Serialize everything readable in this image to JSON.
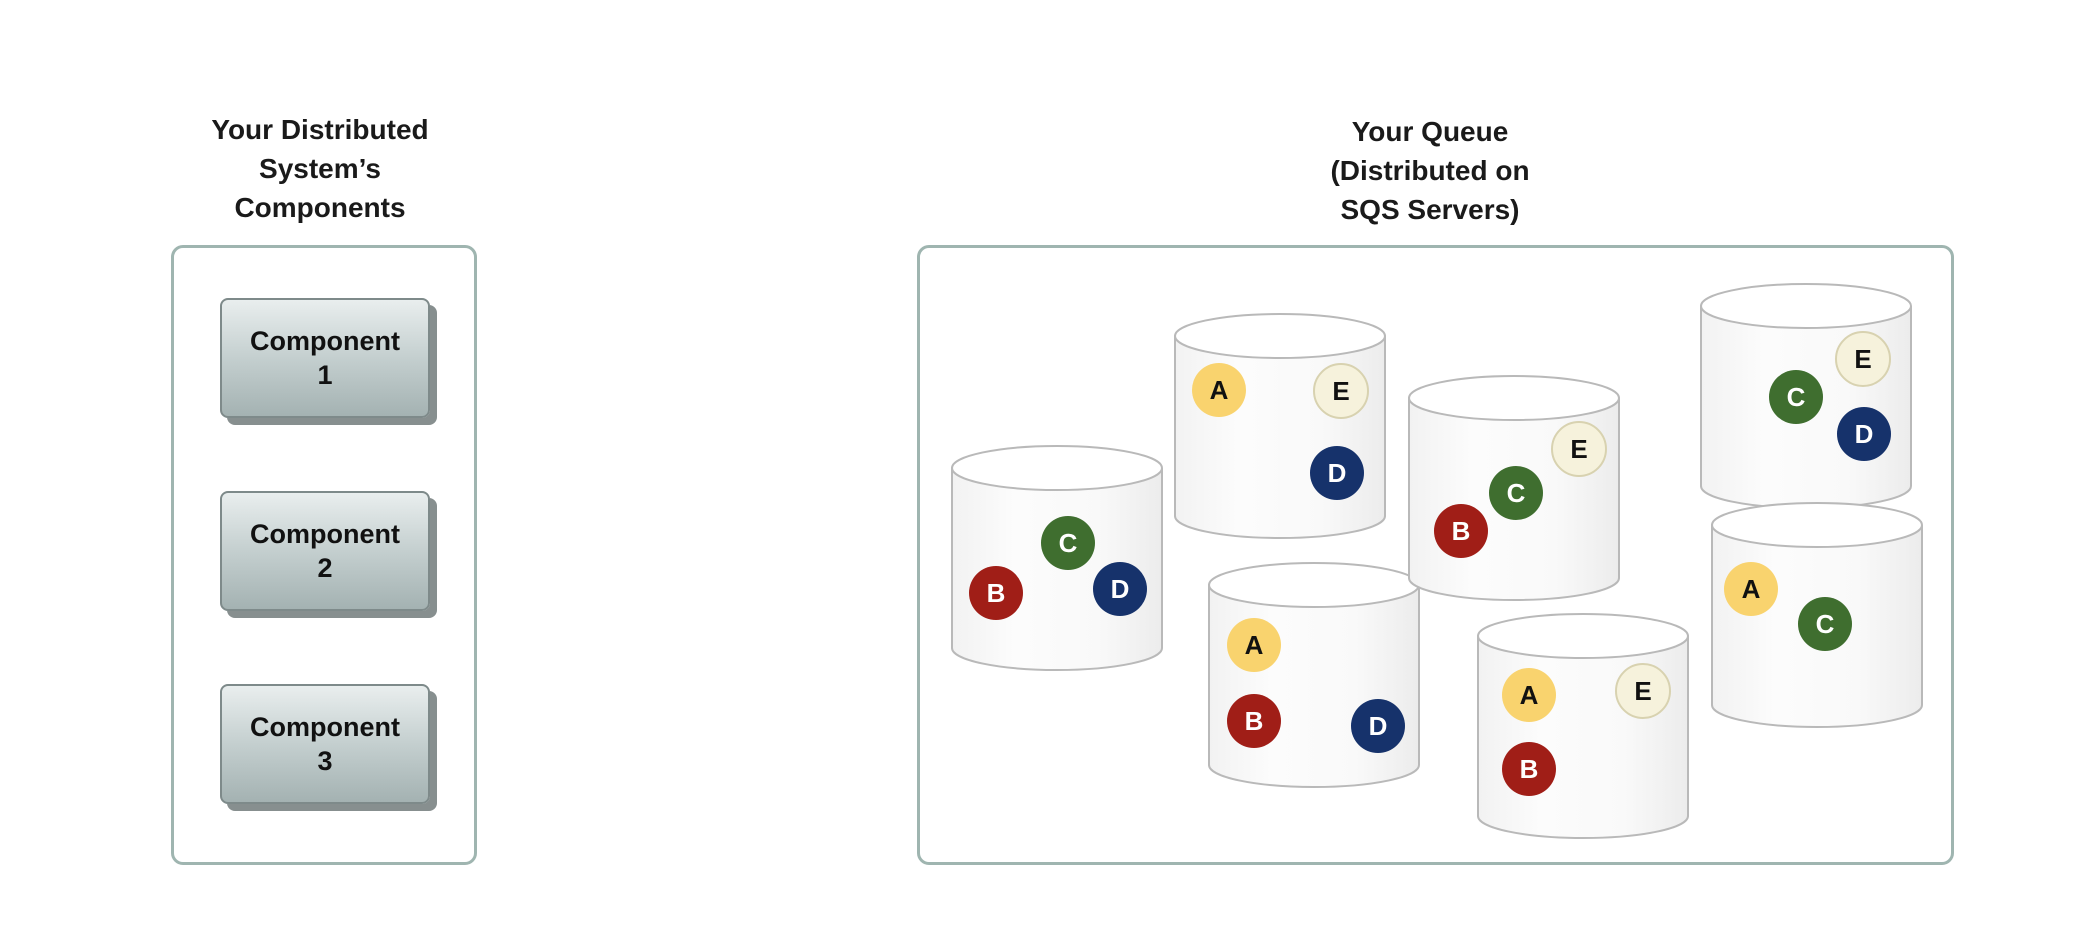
{
  "left_panel": {
    "title": "Your Distributed\nSystem’s\nComponents",
    "components": [
      {
        "label": "Component\n1"
      },
      {
        "label": "Component\n2"
      },
      {
        "label": "Component\n3"
      }
    ]
  },
  "right_panel": {
    "title": "Your Queue\n(Distributed on\nSQS Servers)",
    "servers": [
      {
        "messages": [
          "B",
          "C",
          "D"
        ]
      },
      {
        "messages": [
          "A",
          "E",
          "D"
        ]
      },
      {
        "messages": [
          "A",
          "B",
          "D"
        ]
      },
      {
        "messages": [
          "E",
          "C",
          "B"
        ]
      },
      {
        "messages": [
          "A",
          "E",
          "B"
        ]
      },
      {
        "messages": [
          "C",
          "E",
          "D"
        ]
      },
      {
        "messages": [
          "A",
          "C"
        ]
      }
    ]
  },
  "colors": {
    "A": "#f9d36e",
    "B": "#a01e17",
    "C": "#3f6e2f",
    "D": "#16326b",
    "E": "#f6f2dc",
    "panel_border": "#9fb5b0"
  }
}
